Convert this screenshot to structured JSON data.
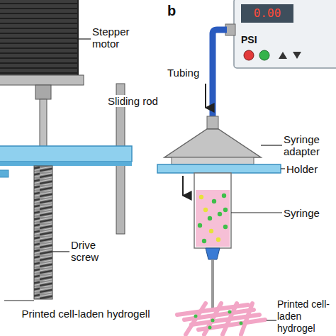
{
  "diagram": {
    "labels": [
      "Stepper motor",
      "Sliding rod",
      "Drive screw",
      "Printed cell-laden hydrogell",
      "b",
      "0.00",
      "PSI",
      "Tubing",
      "Syringe adapter",
      "Holder",
      "Syringe",
      "Printed cell-laden hydrogel"
    ]
  }
}
